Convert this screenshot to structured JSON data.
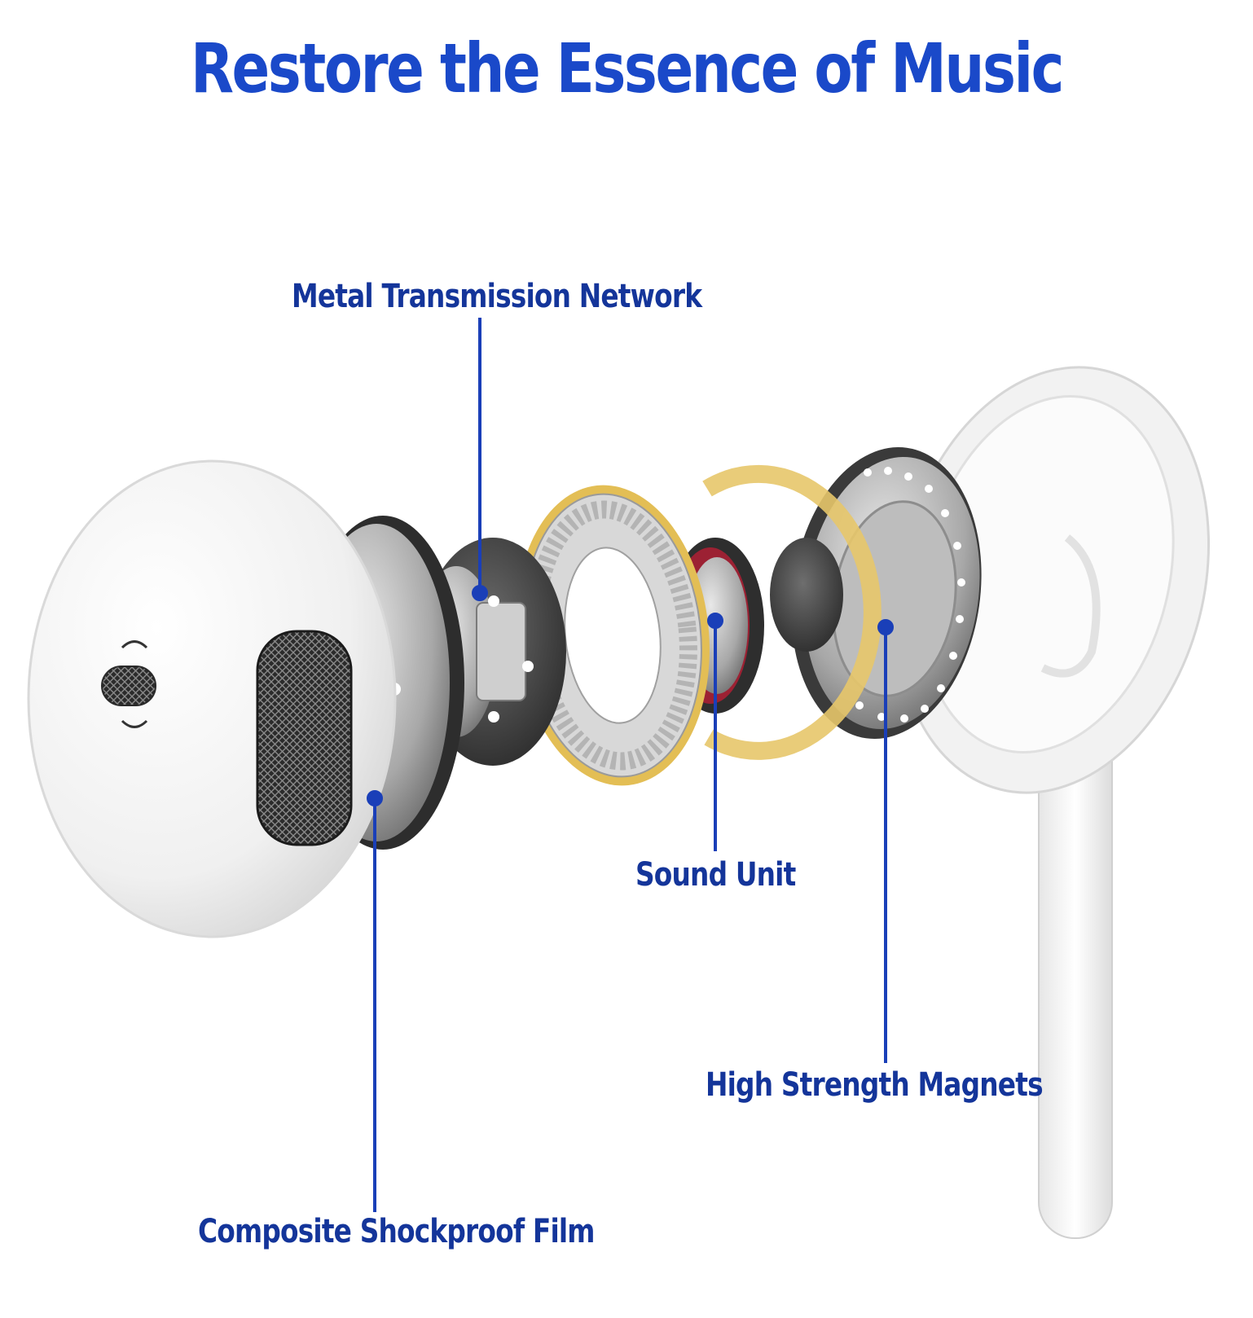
{
  "title": "Restore the Essence of Music",
  "colors": {
    "title": "#1a49c9",
    "callout_text": "#14359a",
    "leader_line": "#1a3fb8",
    "earbud_white": "#f4f4f4",
    "mesh_dark": "#2a2a2a",
    "gold_ring": "#e7c66a",
    "red_coil": "#b0253a",
    "metal_silver": "#b9b9b9"
  },
  "callouts": {
    "metal_transmission_network": "Metal Transmission Network",
    "sound_unit": "Sound Unit",
    "high_strength_magnets": "High Strength Magnets",
    "composite_shockproof_film": "Composite Shockproof Film"
  }
}
